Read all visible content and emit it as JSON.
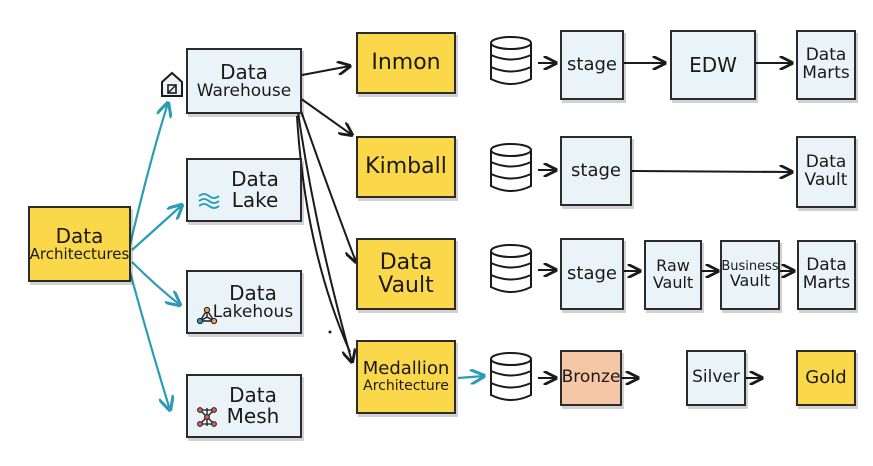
{
  "root": {
    "line1": "Data",
    "line2": "Architectures"
  },
  "branches": {
    "warehouse": {
      "line1": "Data",
      "line2": "Warehouse"
    },
    "lake": {
      "line1": "Data",
      "line2": "Lake"
    },
    "lakehouse": {
      "line1": "Data",
      "line2": "Lakehous"
    },
    "mesh": {
      "line1": "Data",
      "line2": "Mesh"
    }
  },
  "methods": {
    "inmon": "Inmon",
    "kimball": "Kimball",
    "data_vault": {
      "line1": "Data",
      "line2": "Vault"
    },
    "medallion": {
      "line1": "Medallion",
      "line2": "Architecture"
    }
  },
  "pipelines": {
    "inmon": {
      "stage": "stage",
      "edw": "EDW",
      "target": {
        "line1": "Data",
        "line2": "Marts"
      }
    },
    "kimball": {
      "stage": "stage",
      "target": {
        "line1": "Data",
        "line2": "Vault"
      }
    },
    "data_vault": {
      "stage": "stage",
      "raw": {
        "line1": "Raw",
        "line2": "Vault"
      },
      "business": {
        "line1": "Business",
        "line2": "Vault"
      },
      "target": {
        "line1": "Data",
        "line2": "Marts"
      }
    },
    "medallion": {
      "bronze": "Bronze",
      "silver": "Silver",
      "gold": "Gold"
    }
  },
  "colors": {
    "yellow": "#fbd84a",
    "blue_box": "#eaf4f8",
    "orange": "#f6c7a4",
    "teal_arrow": "#2a9db5",
    "black_arrow": "#1a1a1a"
  },
  "icons": {
    "warehouse": "warehouse-icon",
    "lake": "waves-icon",
    "lakehouse": "network-icon",
    "mesh": "mesh-icon",
    "database": "database-icon"
  }
}
